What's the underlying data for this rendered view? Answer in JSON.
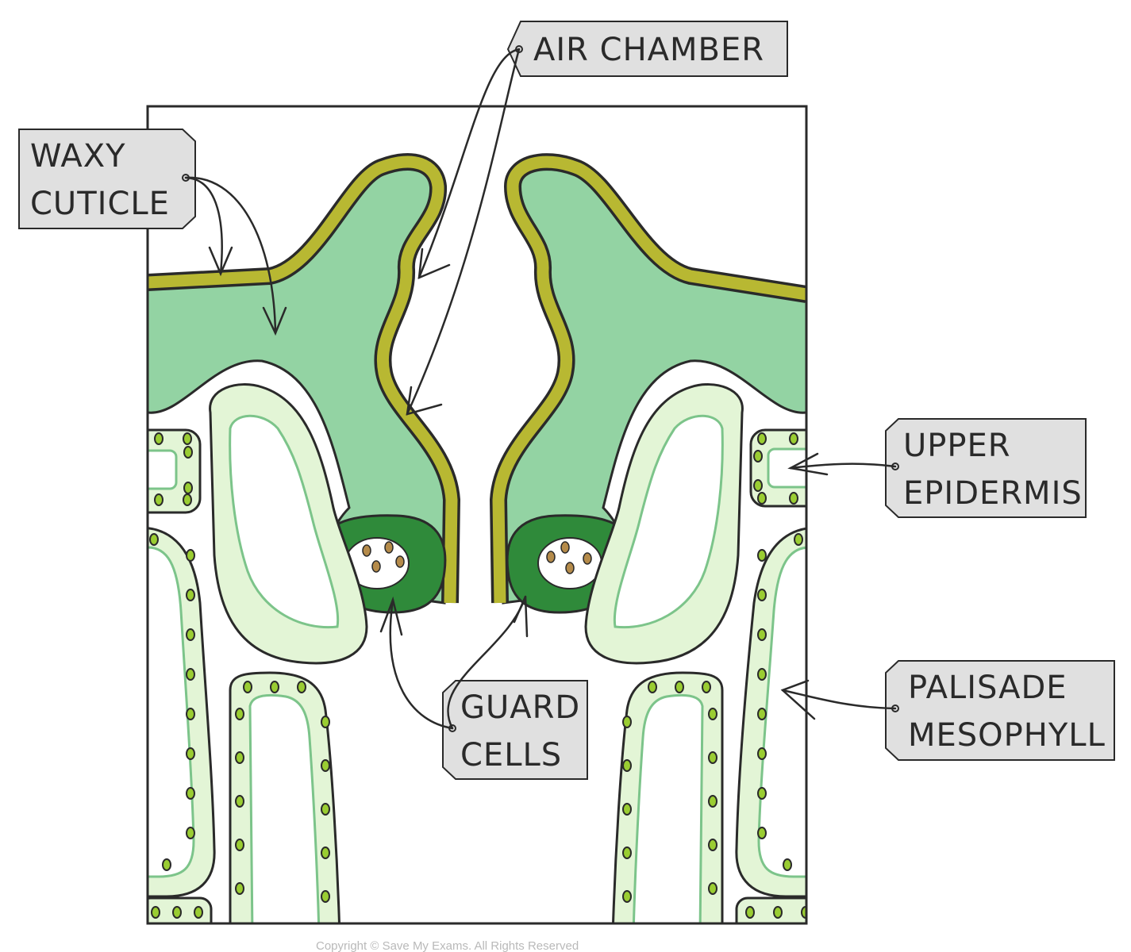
{
  "labels": {
    "waxy_cuticle": [
      "WAXY",
      "CUTICLE"
    ],
    "air_chamber": "AIR  CHAMBER",
    "upper_epidermis": [
      "UPPER",
      "EPIDERMIS"
    ],
    "guard_cells": [
      "GUARD",
      "CELLS"
    ],
    "palisade_mesophyll": [
      "PALISADE",
      "MESOPHYLL"
    ]
  },
  "copyright": "Copyright © Save My Exams. All Rights Reserved",
  "colors": {
    "cuticle": "#b8b832",
    "epidermis": "#93d3a3",
    "guard_cell": "#2f8a3a",
    "mesophyll": "#e3f5d6",
    "mesophyll_stroke": "#7cc48a",
    "chloroplast": "#b58b4a",
    "tag_fill": "#e0e0e0",
    "outline": "#2a2a2a"
  }
}
